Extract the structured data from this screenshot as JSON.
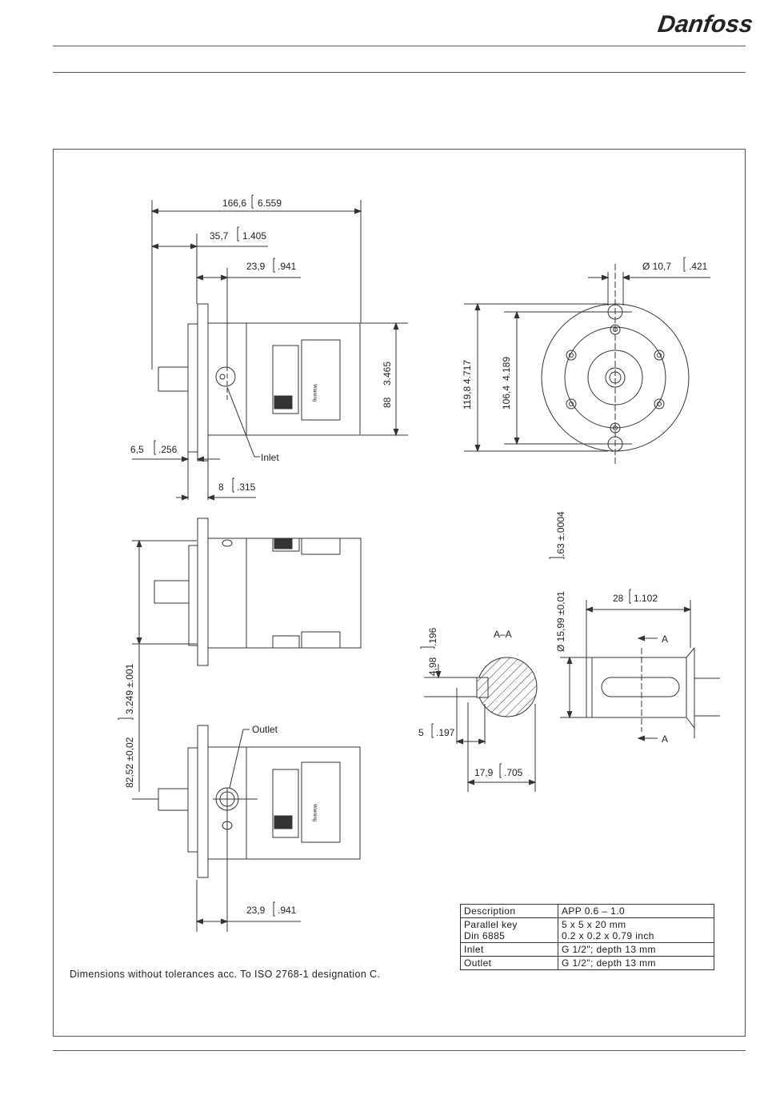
{
  "header": {
    "brand": "Danfoss"
  },
  "drawing": {
    "dims": {
      "total_length": "166,6",
      "total_length_in": "6.559",
      "shaft_length": "35,7",
      "shaft_length_in": "1.405",
      "inlet_offset": "23,9",
      "inlet_offset_in": ".941",
      "outlet_offset": "23,9",
      "outlet_offset_in": ".941",
      "flange_width": "6,5",
      "flange_width_in": ".256",
      "flange_gap": "8",
      "flange_gap_in": ".315",
      "body_height": "88",
      "body_height_in": "3.465",
      "flange_dia": "119,8",
      "flange_dia_in": "4.717",
      "bolt_circle": "106,4",
      "bolt_circle_in": "4.189",
      "hole_dia": "Ø 10,7",
      "hole_dia_in": ".421",
      "pilot_dia": "82,52  ±0,02",
      "pilot_dia_in": "3.249  ±.001",
      "shaft_dia": "Ø 15,99  ±0,01",
      "shaft_dia_in": ".63  ±.0004",
      "shaft_key_len": "28",
      "shaft_key_len_in": "1.102",
      "key_depth": "4,98",
      "key_depth_in": ".196",
      "key_width": "5",
      "key_width_in": ".197",
      "shaft_to_key": "17,9",
      "shaft_to_key_in": ".705"
    },
    "labels": {
      "inlet": "Inlet",
      "outlet": "Outlet",
      "section": "A–A",
      "section_mark": "A",
      "warning": "Warning"
    }
  },
  "note": "Dimensions without tolerances acc. To ISO 2768-1 designation C.",
  "spec_table": {
    "rows": [
      {
        "label": "Description",
        "value": "APP 0.6 – 1.0"
      },
      {
        "label": "Parallel key\nDin 6885",
        "value": "5 x 5 x 20 mm\n0.2 x 0.2 x 0.79 inch"
      },
      {
        "label": "Inlet",
        "value": "G 1/2\"; depth 13 mm"
      },
      {
        "label": "Outlet",
        "value": "G 1/2\"; depth 13 mm"
      }
    ]
  },
  "colors": {
    "brand_red": "#e2001a",
    "line": "#333333"
  }
}
